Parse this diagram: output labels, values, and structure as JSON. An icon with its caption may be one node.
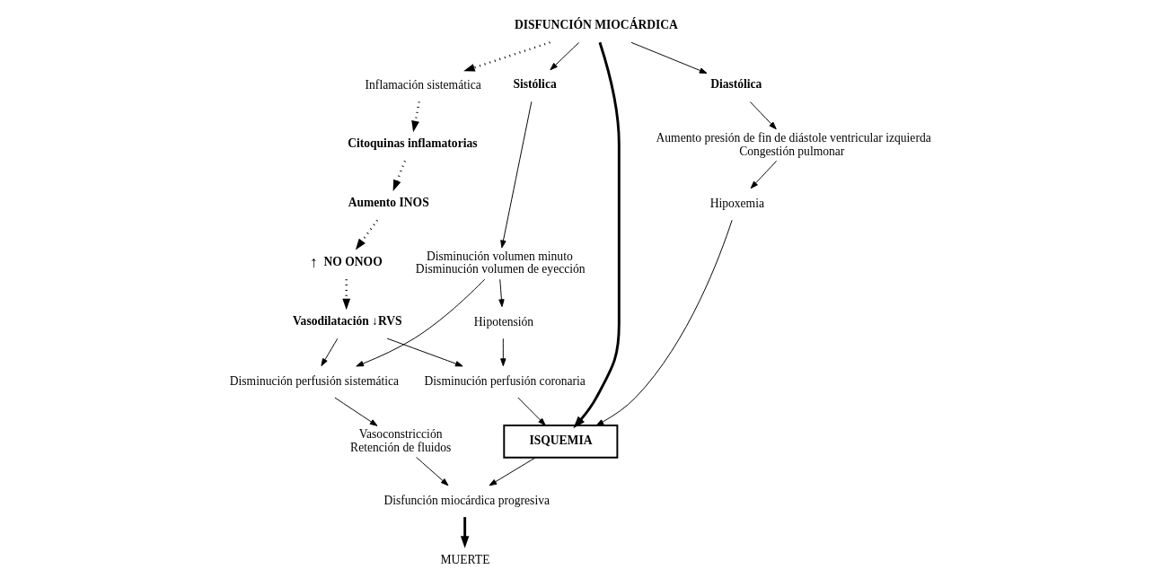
{
  "diagram": {
    "nodes": [
      {
        "text": [
          "DISFUNCIÓN MIOCÁRDICA"
        ]
      },
      {
        "text": [
          "Inflamación sistemática"
        ]
      },
      {
        "text": [
          "Sistólica"
        ]
      },
      {
        "text": [
          "Diastólica"
        ]
      },
      {
        "text": [
          "Citoquinas inflamatorias"
        ]
      },
      {
        "text": [
          "Disminución volumen minuto",
          "Disminución volumen de eyección"
        ]
      },
      {
        "text": [
          "Aumento presión de fin de diástole ventricular izquierda",
          "Congestión pulmonar"
        ]
      },
      {
        "text": [
          "Aumento INOS"
        ]
      },
      {
        "text": [
          "Disminución perfusión sistemática"
        ]
      },
      {
        "text": [
          "Hipotensión"
        ]
      },
      {
        "text": [
          "Disminución perfusión coronaria"
        ]
      },
      {
        "text": [
          "Hipoxemia"
        ]
      },
      {
        "text": [
          "NO ONOO"
        ],
        "beside": [
          "↑"
        ]
      },
      {
        "text": [
          "Vasoconstricción",
          "Retención de fluidos"
        ]
      },
      {
        "text": [
          "ISQUEMIA"
        ]
      },
      {
        "text": [
          "Vasodilatación ↓RVS"
        ]
      },
      {
        "text": [
          "Disfunción miocárdica progresiva"
        ]
      },
      {
        "text": [
          "MUERTE"
        ]
      }
    ],
    "edges": [
      {
        "from": 0,
        "to": 1,
        "arrow": "to",
        "style": "dashed"
      },
      {
        "from": 0,
        "to": 2,
        "arrow": "to"
      },
      {
        "from": 0,
        "to": 3,
        "arrow": "to"
      },
      {
        "from": 0,
        "to": 14,
        "arrow": "to",
        "style": "thick"
      },
      {
        "from": 1,
        "to": 4,
        "arrow": "to",
        "style": "dashed"
      },
      {
        "from": 4,
        "to": 7,
        "arrow": "to",
        "style": "dashed"
      },
      {
        "from": 7,
        "to": 12,
        "arrow": "to",
        "style": "dashed"
      },
      {
        "from": 12,
        "to": 15,
        "arrow": "to",
        "style": "dashed"
      },
      {
        "from": 2,
        "to": 5,
        "arrow": "to"
      },
      {
        "from": 3,
        "to": 6,
        "arrow": "to"
      },
      {
        "from": 5,
        "to": 8,
        "arrow": "to"
      },
      {
        "from": 5,
        "to": 9,
        "arrow": "to"
      },
      {
        "from": 6,
        "to": 11,
        "arrow": "to"
      },
      {
        "from": 9,
        "to": 10,
        "arrow": "to"
      },
      {
        "from": 8,
        "to": 13,
        "arrow": "to"
      },
      {
        "from": 10,
        "to": 14,
        "arrow": "to"
      },
      {
        "from": 11,
        "to": 14,
        "arrow": "to"
      },
      {
        "from": 15,
        "to": 8,
        "arrow": "to"
      },
      {
        "from": 15,
        "to": 10,
        "arrow": "to"
      },
      {
        "from": 13,
        "to": 16,
        "arrow": "to"
      },
      {
        "from": 14,
        "to": 16,
        "arrow": "to"
      },
      {
        "from": 16,
        "to": 17,
        "arrow": "to",
        "style": "thick"
      }
    ]
  }
}
